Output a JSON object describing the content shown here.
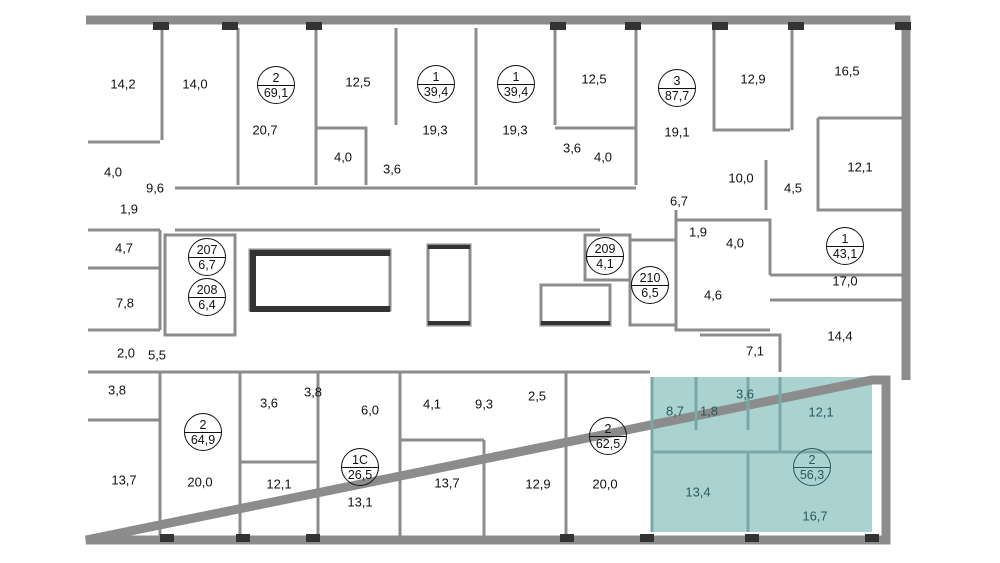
{
  "colors": {
    "wall": "#8c8c8c",
    "wall_dark": "#333333",
    "highlight": "#a9d2d1",
    "highlight_text": "#2c5a5a"
  },
  "apartments": [
    {
      "rooms": "2",
      "area": "69,1"
    },
    {
      "rooms": "1",
      "area": "39,4"
    },
    {
      "rooms": "1",
      "area": "39,4"
    },
    {
      "rooms": "3",
      "area": "87,7"
    },
    {
      "rooms": "1",
      "area": "43,1"
    },
    {
      "rooms": "2",
      "area": "64,9"
    },
    {
      "rooms": "1С",
      "area": "26,5"
    },
    {
      "rooms": "2",
      "area": "62,5"
    },
    {
      "rooms": "2",
      "area": "56,3",
      "highlighted": true
    }
  ],
  "storage": [
    {
      "number": "207",
      "area": "6,7"
    },
    {
      "number": "208",
      "area": "6,4"
    },
    {
      "number": "209",
      "area": "4,1"
    },
    {
      "number": "210",
      "area": "6,5"
    }
  ],
  "rooms": [
    "14,2",
    "14,0",
    "20,7",
    "12,5",
    "19,3",
    "4,0",
    "3,6",
    "19,3",
    "12,5",
    "3,6",
    "4,0",
    "19,1",
    "12,9",
    "16,5",
    "10,0",
    "4,5",
    "12,1",
    "6,7",
    "4,0",
    "9,6",
    "1,9",
    "4,7",
    "7,8",
    "2,0",
    "5,5",
    "3,8",
    "1,9",
    "4,0",
    "17,0",
    "4,6",
    "14,4",
    "7,1",
    "3,6",
    "3,8",
    "6,0",
    "4,1",
    "9,3",
    "2,5",
    "13,7",
    "20,0",
    "12,1",
    "13,1",
    "13,7",
    "12,9",
    "20,0"
  ],
  "highlighted_rooms": [
    "8,7",
    "1,8",
    "3,6",
    "12,1",
    "13,4",
    "16,7"
  ]
}
